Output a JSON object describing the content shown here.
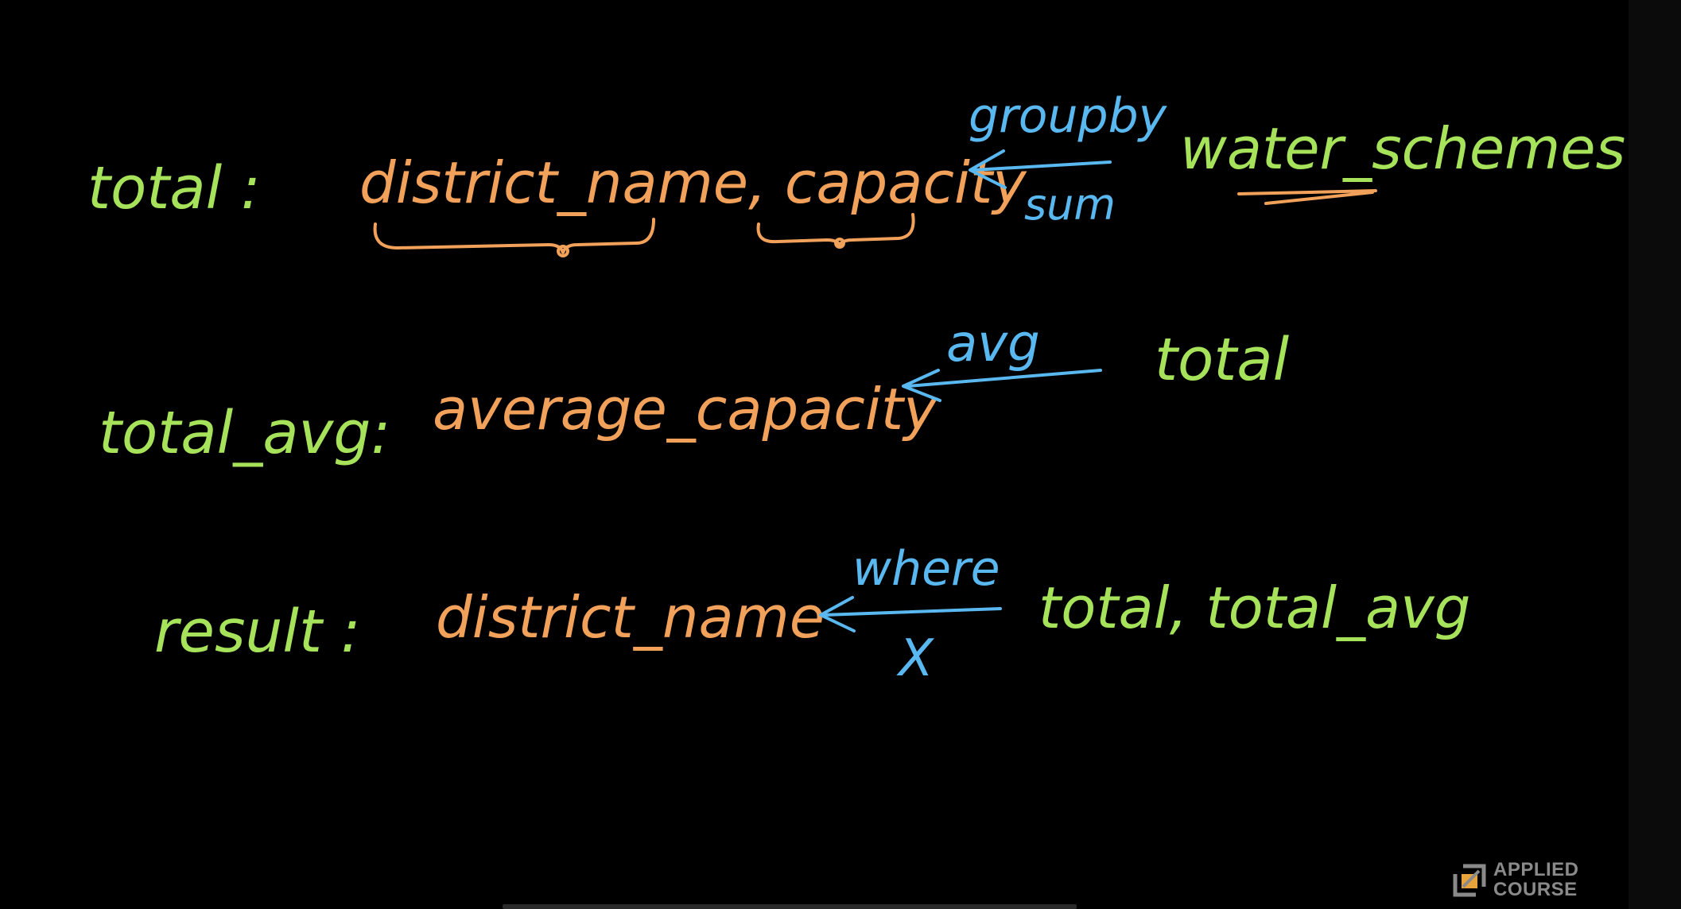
{
  "row1": {
    "label": "total :",
    "fields": "district_name, capacity",
    "op_top": "groupby",
    "op_bottom": "sum",
    "source": "water_schemes"
  },
  "row2": {
    "label": "total_avg:",
    "field": "average_capacity",
    "op_top": "avg",
    "source": "total"
  },
  "row3": {
    "label": "result :",
    "field": "district_name",
    "op_top": "where",
    "op_bottom": "X",
    "source": "total, total_avg"
  },
  "logo": {
    "line1": "APPLIED",
    "line2": "COURSE"
  },
  "colors": {
    "background": "#000000",
    "label_green": "#a6e25a",
    "field_orange": "#f2a15a",
    "op_blue": "#5ab8f0"
  }
}
